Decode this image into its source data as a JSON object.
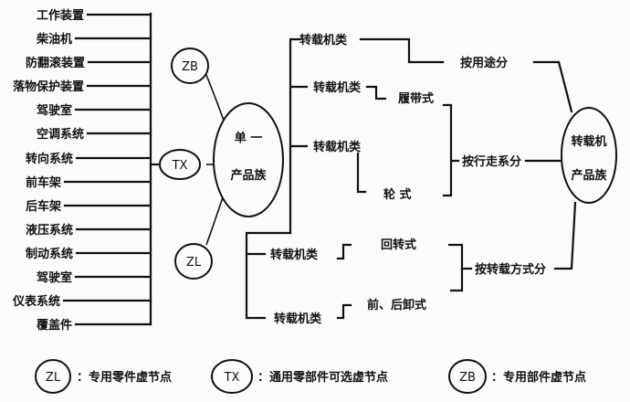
{
  "components": [
    "工作装置",
    "柴油机",
    "防翻滚装置",
    "落物保护装置",
    "驾驶室",
    "空调系统",
    "转向系统",
    "前车架",
    "后车架",
    "液压系统",
    "制动系统",
    "驾驶室",
    "仪表系统",
    "覆盖件"
  ],
  "nodes": {
    "zb": "ZB",
    "tx": "TX",
    "zl": "ZL",
    "single_line1": "单 一",
    "single_line2": "产品族",
    "family_line1": "转载机",
    "family_line2": "产品族"
  },
  "loader_classes": [
    "转载机类",
    "转载机类",
    "转载机类",
    "转载机类",
    "转载机类"
  ],
  "types": {
    "crawler": "履带式",
    "wheel": "轮 式",
    "rotary": "回转式",
    "front_rear": "前、后卸式"
  },
  "criteria": {
    "by_use": "按用途分",
    "by_travel": "按行走系分",
    "by_loading": "按转载方式分"
  },
  "legend": [
    {
      "code": "ZL",
      "text": "：专用零件虚节点"
    },
    {
      "code": "TX",
      "text": "：通用零部件可选虚节点"
    },
    {
      "code": "ZB",
      "text": "：专用部件虚节点"
    }
  ]
}
